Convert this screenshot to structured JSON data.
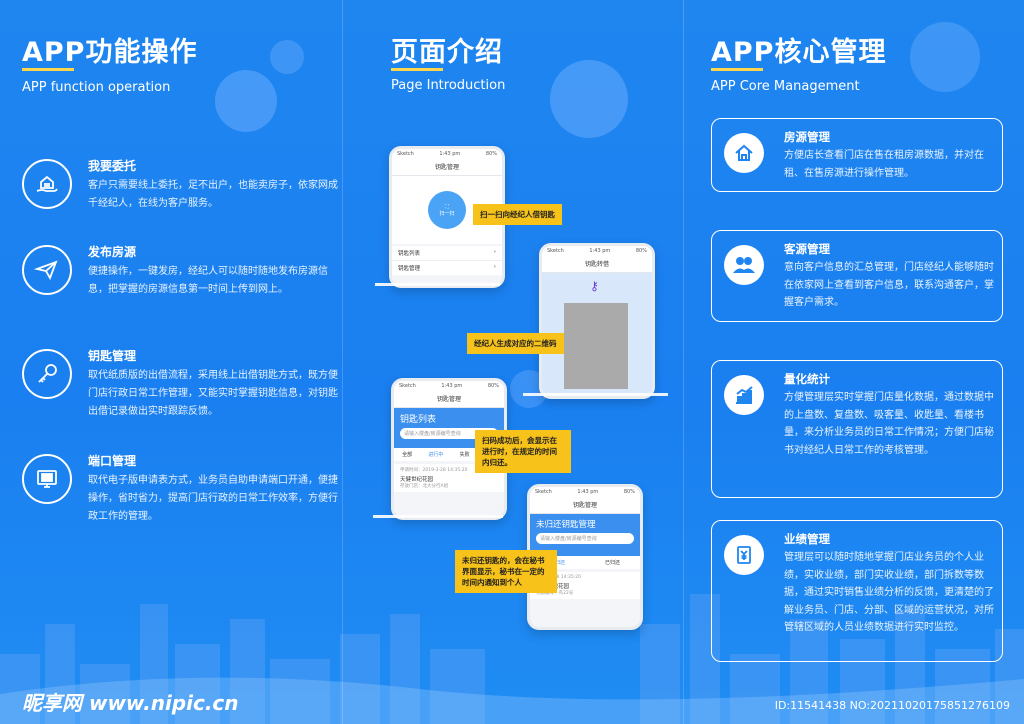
{
  "panel1": {
    "title": "APP功能操作",
    "subtitle": "APP function operation",
    "features": [
      {
        "title": "我要委托",
        "desc": "客户只需要线上委托，足不出户，也能卖房子，依家网成千经纪人，在线为客户服务。",
        "icon": "house-hand-icon"
      },
      {
        "title": "发布房源",
        "desc": "便捷操作，一键发房，经纪人可以随时随地发布房源信息，把掌握的房源信息第一时间上传到网上。",
        "icon": "paper-plane-icon"
      },
      {
        "title": "钥匙管理",
        "desc": "取代纸质版的出借流程，采用线上出借钥匙方式，既方便门店行政日常工作管理，又能实时掌握钥匙信息，对钥匙出借记录做出实时跟踪反馈。",
        "icon": "key-icon"
      },
      {
        "title": "端口管理",
        "desc": "取代电子版申请表方式，业务员自助申请端口开通，便捷操作，省时省力，提高门店行政的日常工作效率，方便行政工作的管理。",
        "icon": "monitor-icon"
      }
    ]
  },
  "panel2": {
    "title": "页面介绍",
    "subtitle": "Page Introduction",
    "phones": [
      {
        "header": "钥匙管理",
        "carrier": "Sketch",
        "time": "1:43 pm",
        "battery": "80%",
        "scan_label": "扫一扫",
        "rows": [
          "钥匙列表",
          "钥匙管理"
        ]
      },
      {
        "header": "钥匙转借",
        "carrier": "Sketch",
        "time": "1:43 pm",
        "battery": "80%"
      },
      {
        "header": "钥匙管理",
        "carrier": "Sketch",
        "time": "1:43 pm",
        "battery": "80%",
        "banner": "钥匙列表",
        "search": "请输入楼盘/房源编号查询",
        "tabs": [
          "全部",
          "进行中",
          "失败",
          "完成"
        ],
        "item_date": "申请时间：2019-3-28 14:35:20",
        "item_title": "天健世纪花园",
        "item_sub": "存放门店：北大分行A组"
      },
      {
        "header": "钥匙管理",
        "carrier": "Sketch",
        "time": "1:43 pm",
        "battery": "80%",
        "banner": "未归还钥匙管理",
        "search": "请输入楼盘/房源编号查询",
        "tabs": [
          "未归还",
          "已归还"
        ],
        "item_date": "2019-3-28 14:35:20",
        "item_title": "天健世纪花园",
        "item_sub": "钥匙编号：鸟22号"
      }
    ],
    "callouts": [
      "扫一扫向经纪人借钥匙",
      "经纪人生成对应的二维码",
      "扫码成功后，会显示在进行时，在规定的时间内归还。",
      "未归还钥匙的，会在秘书界面显示，秘书在一定的时间内通知到个人"
    ]
  },
  "panel3": {
    "title": "APP核心管理",
    "subtitle": "APP Core Management",
    "cards": [
      {
        "title": "房源管理",
        "desc": "方便店长查看门店在售在租房源数据，并对在租、在售房源进行操作管理。",
        "icon": "house-icon"
      },
      {
        "title": "客源管理",
        "desc": "意向客户信息的汇总管理，门店经纪人能够随时在依家网上查看到客户信息，联系沟通客户，掌握客户需求。",
        "icon": "users-icon"
      },
      {
        "title": "量化统计",
        "desc": "方便管理层实时掌握门店量化数据，通过数据中的上盘数、复盘数、吸客量、收匙量、看楼书量，来分析业务员的日常工作情况；方便门店秘书对经纪人日常工作的考核管理。",
        "icon": "chart-icon"
      },
      {
        "title": "业绩管理",
        "desc": "管理层可以随时随地掌握门店业务员的个人业绩，实收业绩，部门实收业绩，部门拆数等数据，通过实时销售业绩分析的反馈，更清楚的了解业务员、门店、分部、区域的运营状况，对所管辖区域的人员业绩数据进行实时监控。",
        "icon": "yen-document-icon"
      }
    ]
  },
  "watermark": {
    "left": "昵享网 www.nipic.cn",
    "right": "ID:11541438 NO:20211020175851276109"
  },
  "colors": {
    "background": "#1a7ff0",
    "accent": "#ffd54a",
    "callout": "#f7c21a"
  }
}
